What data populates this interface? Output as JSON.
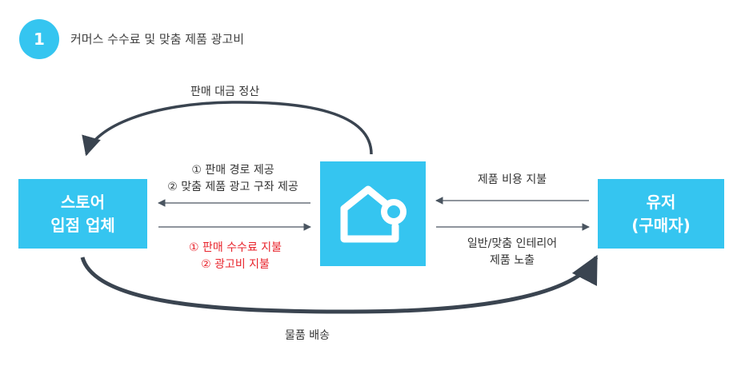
{
  "header": {
    "step_number": "1",
    "title": "커머스 수수료 및 맞춤 제품 광고비"
  },
  "nodes": {
    "store": {
      "line1": "스토어",
      "line2": "입점 업체"
    },
    "user": {
      "line1": "유저",
      "line2": "(구매자)"
    },
    "platform": {
      "icon": "home-pin-icon"
    }
  },
  "edges": {
    "settlement": "판매 대금 정산",
    "to_store_line1": "① 판매 경로 제공",
    "to_store_line2": "② 맞춤 제품 광고 구좌 제공",
    "from_store_line1": "① 판매 수수료 지불",
    "from_store_line2": "② 광고비 지불",
    "from_user": "제품 비용 지불",
    "to_user_line1": "일반/맞춤 인테리어",
    "to_user_line2": "제품 노출",
    "delivery": "물품 배송"
  },
  "colors": {
    "accent": "#35c5f0",
    "fee": "#e8232b",
    "arrow": "#3a4450"
  }
}
